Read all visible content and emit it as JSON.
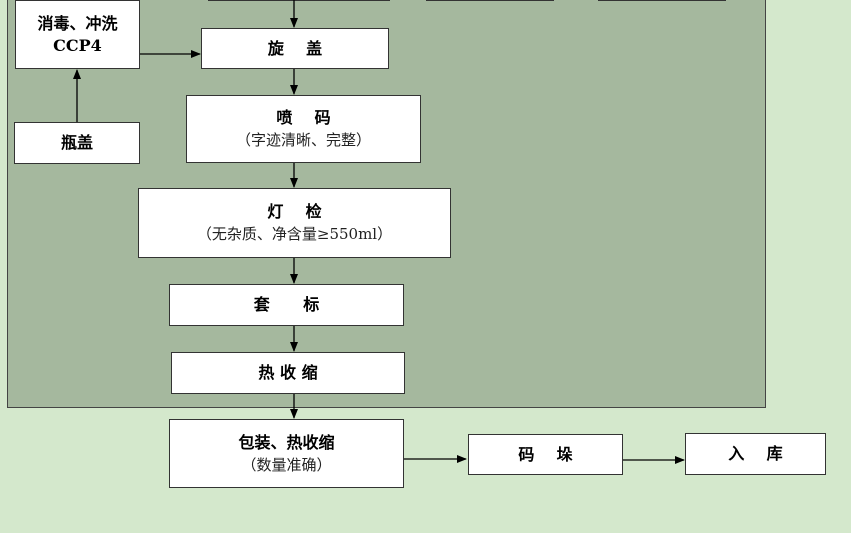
{
  "boxes": {
    "disinfect": {
      "title": "消毒、冲洗",
      "code": "CCP4"
    },
    "cap": {
      "title": "瓶盖"
    },
    "screw_cap": {
      "title": "旋    盖"
    },
    "inkjet": {
      "title": "喷    码",
      "note": "（字迹清晰、完整）"
    },
    "light_check": {
      "title": "灯    检",
      "note": "（无杂质、净含量≥550ml）"
    },
    "label": {
      "title": "套      标"
    },
    "heat_shrink": {
      "title": "热 收 缩"
    },
    "pack": {
      "title": "包装、热收缩",
      "note": "（数量准确）"
    },
    "stack": {
      "title": "码    垛"
    },
    "warehouse": {
      "title": "入    库"
    }
  }
}
